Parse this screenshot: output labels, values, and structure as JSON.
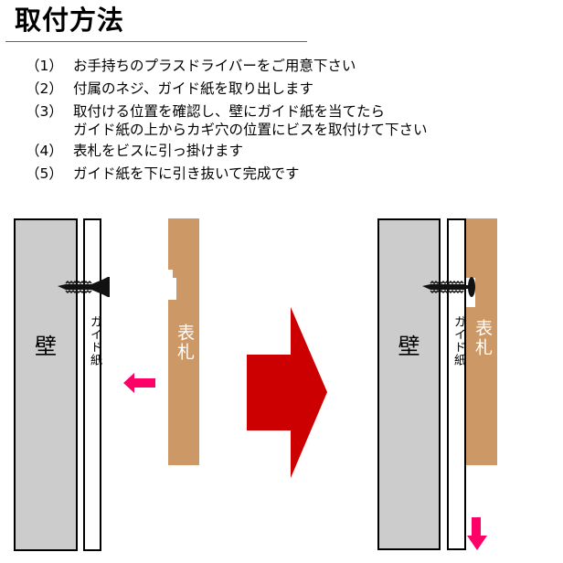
{
  "title": "取付方法",
  "steps": [
    {
      "num": "（1）",
      "text": "お手持ちのプラスドライバーをご用意下さい"
    },
    {
      "num": "（2）",
      "text": "付属のネジ、ガイド紙を取り出します"
    },
    {
      "num": "（3）",
      "text": "取付ける位置を確認し、壁にガイド紙を当てたら",
      "cont": "ガイド紙の上からカギ穴の位置にビスを取付けて下さい"
    },
    {
      "num": "（4）",
      "text": "表札をビスに引っ掛けます"
    },
    {
      "num": "（5）",
      "text": "ガイド紙を下に引き抜いて完成です"
    }
  ],
  "diagram": {
    "before": {
      "wall_label": "壁",
      "guide_label": "ガイド紙",
      "plaque_label": "表札",
      "motion_arrow": "arrow-left"
    },
    "transition_arrow": "arrow-right",
    "after": {
      "wall_label": "壁",
      "guide_label": "ガイド紙",
      "plaque_label": "表札",
      "motion_arrow": "arrow-down"
    }
  },
  "colors": {
    "wall": "#cccccc",
    "plaque": "#cc9966",
    "transition_arrow": "#cc0000",
    "motion_arrow": "#ff0066"
  }
}
